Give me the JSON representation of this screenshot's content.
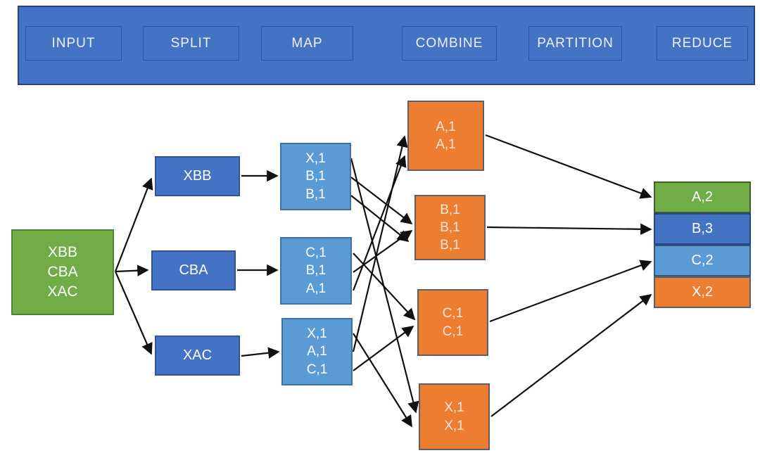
{
  "pipeline": {
    "stages": [
      {
        "label": "INPUT"
      },
      {
        "label": "SPLIT"
      },
      {
        "label": "MAP"
      },
      {
        "label": "COMBINE"
      },
      {
        "label": "PARTITION"
      },
      {
        "label": "REDUCE"
      }
    ]
  },
  "diagram": {
    "input": {
      "label": "XBB\nCBA\nXAC",
      "color": "#70AD47"
    },
    "splits": [
      {
        "label": "XBB",
        "color": "#4472C4"
      },
      {
        "label": "CBA",
        "color": "#4472C4"
      },
      {
        "label": "XAC",
        "color": "#4472C4"
      }
    ],
    "maps": [
      {
        "label": "X,1\nB,1\nB,1",
        "color": "#5B9BD5"
      },
      {
        "label": "C,1\nB,1\nA,1",
        "color": "#5B9BD5"
      },
      {
        "label": "X,1\nA,1\nC,1",
        "color": "#5B9BD5"
      }
    ],
    "combines": [
      {
        "label": "A,1\nA,1",
        "color": "#ED7D31"
      },
      {
        "label": "B,1\nB,1\nB,1",
        "color": "#ED7D31"
      },
      {
        "label": "C,1\nC,1",
        "color": "#ED7D31"
      },
      {
        "label": "X,1\nX,1",
        "color": "#ED7D31"
      }
    ],
    "reduce_rows": [
      {
        "label": "A,2",
        "color": "#70AD47"
      },
      {
        "label": "B,3",
        "color": "#4472C4"
      },
      {
        "label": "C,2",
        "color": "#5B9BD5"
      },
      {
        "label": "X,2",
        "color": "#ED7D31"
      }
    ],
    "edges": [
      {
        "id": "input-split1",
        "from": "input",
        "to": "split-xbb"
      },
      {
        "id": "input-split2",
        "from": "input",
        "to": "split-cba"
      },
      {
        "id": "input-split3",
        "from": "input",
        "to": "split-xac"
      },
      {
        "id": "split1-map1",
        "from": "split-xbb",
        "to": "map-1"
      },
      {
        "id": "split2-map2",
        "from": "split-cba",
        "to": "map-2"
      },
      {
        "id": "split3-map3",
        "from": "split-xac",
        "to": "map-3"
      },
      {
        "id": "map1-x",
        "from": "map-1",
        "to": "combine-x"
      },
      {
        "id": "map1-b1",
        "from": "map-1",
        "to": "combine-b"
      },
      {
        "id": "map1-b2",
        "from": "map-1",
        "to": "combine-b"
      },
      {
        "id": "map2-c",
        "from": "map-2",
        "to": "combine-c"
      },
      {
        "id": "map2-b",
        "from": "map-2",
        "to": "combine-b"
      },
      {
        "id": "map2-a",
        "from": "map-2",
        "to": "combine-a"
      },
      {
        "id": "map3-x",
        "from": "map-3",
        "to": "combine-x"
      },
      {
        "id": "map3-a",
        "from": "map-3",
        "to": "combine-a"
      },
      {
        "id": "map3-c",
        "from": "map-3",
        "to": "combine-c"
      },
      {
        "id": "combinea-reducea",
        "from": "combine-a",
        "to": "reduce-a"
      },
      {
        "id": "combineb-reduceb",
        "from": "combine-b",
        "to": "reduce-b"
      },
      {
        "id": "combinec-reducec",
        "from": "combine-c",
        "to": "reduce-c"
      },
      {
        "id": "combinex-reducex",
        "from": "combine-x",
        "to": "reduce-x"
      }
    ]
  },
  "colors": {
    "header_bar": "#4472C4",
    "arrow": "#111111"
  }
}
